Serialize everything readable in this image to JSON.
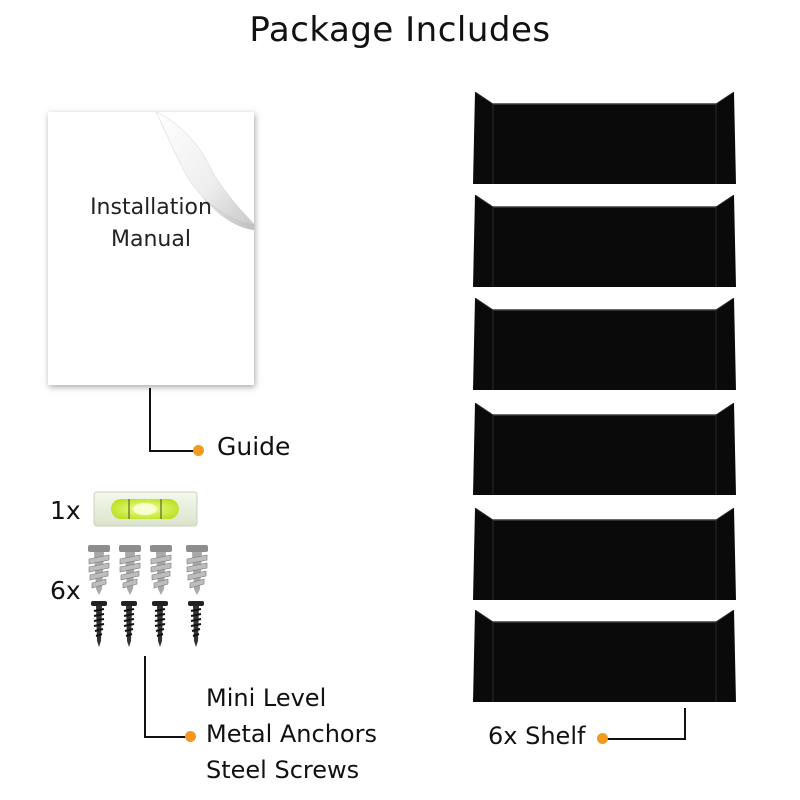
{
  "title": "Package Includes",
  "manual": {
    "line1": "Installation",
    "line2": "Manual"
  },
  "guide_label": "Guide",
  "level_qty": "1x",
  "hardware_qty": "6x",
  "hardware_items": [
    "Mini Level",
    "Metal Anchors",
    "Steel Screws"
  ],
  "shelf_label": "6x Shelf",
  "colors": {
    "accent_dot": "#f39a1c",
    "shelf": "#0a0a0a",
    "level": "#cdf24a"
  }
}
